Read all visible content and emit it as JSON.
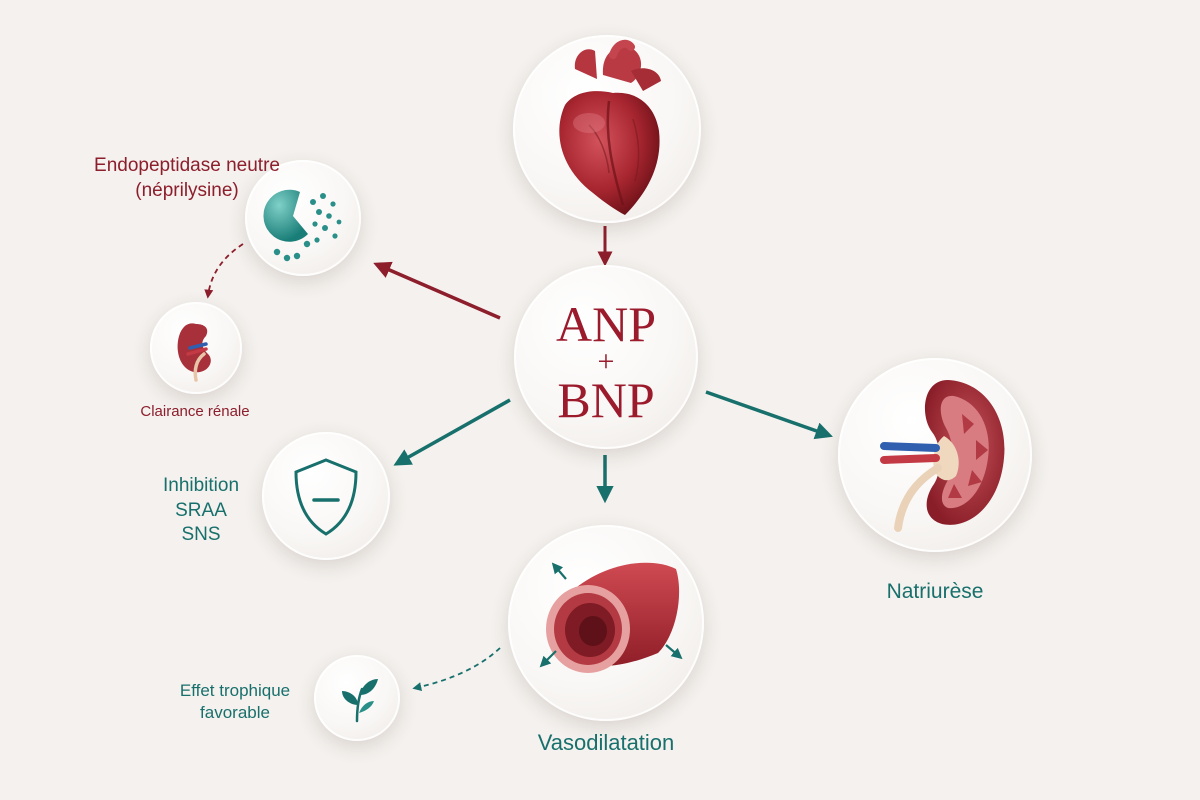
{
  "center": {
    "line1": "ANP",
    "plus": "+",
    "line2": "BNP"
  },
  "nodes": {
    "heart": {
      "icon": "heart-icon"
    },
    "neprilysin": {
      "label_line1": "Endopeptidase neutre",
      "label_line2": "(néprilysine)",
      "icon": "enzyme-icon"
    },
    "renal_clearance": {
      "label": "Clairance rénale",
      "icon": "small-kidney-icon"
    },
    "inhibition": {
      "label_line1": "Inhibition",
      "label_line2": "SRAA",
      "label_line3": "SNS",
      "icon": "shield-icon"
    },
    "vasodilation": {
      "label": "Vasodilatation",
      "icon": "blood-vessel-icon"
    },
    "trophic": {
      "label_line1": "Effet trophique",
      "label_line2": "favorable",
      "icon": "leaf-icon"
    },
    "natriuresis": {
      "label": "Natriurèse",
      "icon": "kidney-icon"
    }
  },
  "colors": {
    "red": "#8d1e2c",
    "teal": "#18706c",
    "background": "#f4f1ee"
  }
}
